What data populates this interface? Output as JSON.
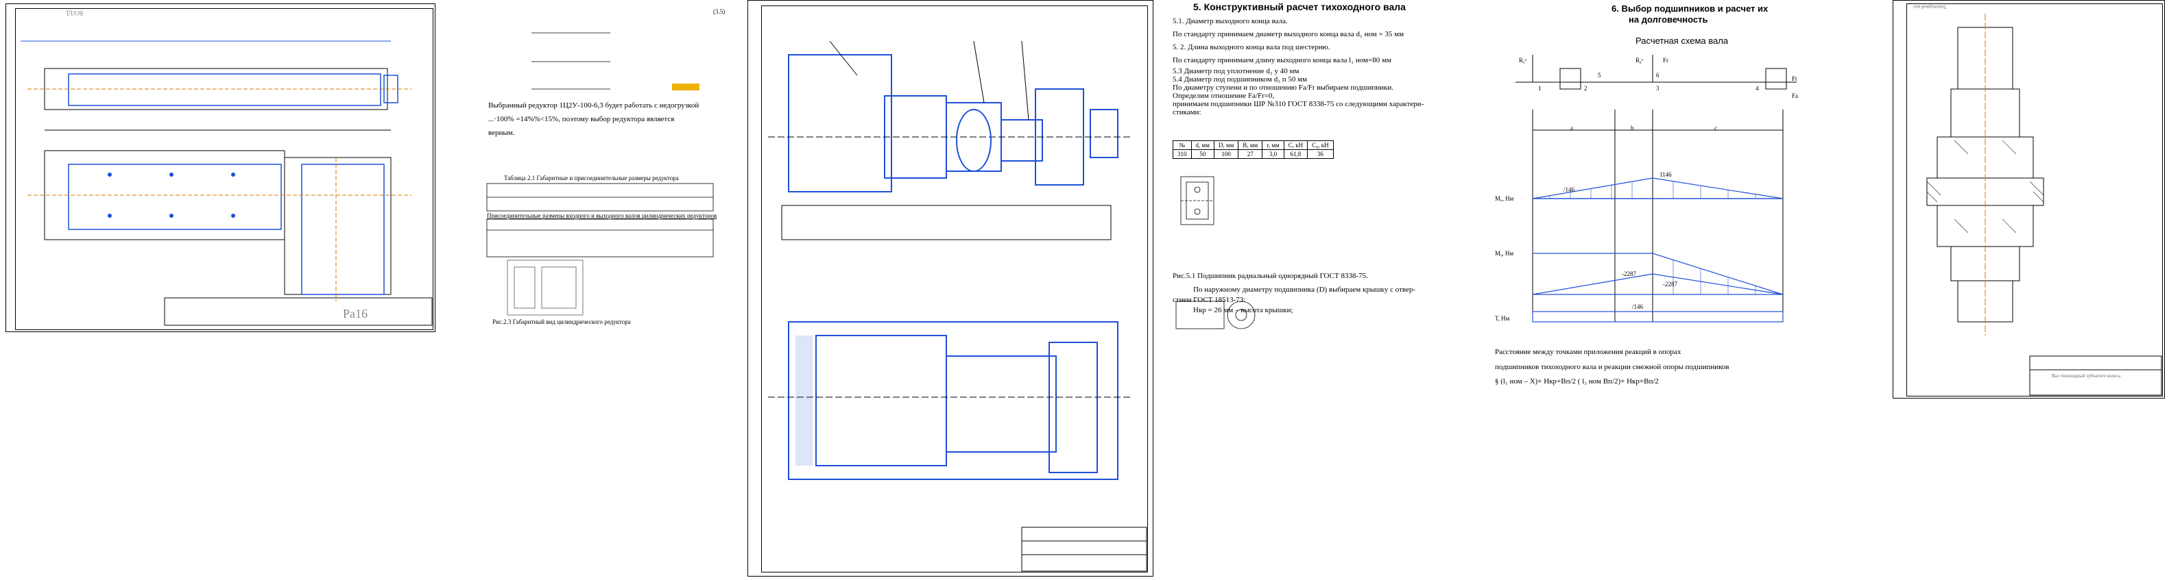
{
  "colors": {
    "line": "#000000",
    "accent": "#1d4fd8",
    "hatch": "#2b2b2b"
  },
  "sheet1": {
    "stamp": "Ра16",
    "corner_label": "ВОЛД"
  },
  "sheet2": {
    "formula_ref": "(3.5)",
    "text_line1": "Выбранный   редуктор   1Ц2У-100-6,3   будет   работать   с   недогрузкой",
    "text_line2": "...·100% =14%%<15%, поэтому выбор редуктора является",
    "text_line3": "верным.",
    "table1_caption": "Таблица 2.1 Габаритные и присоединительные размеры редуктора",
    "table2_caption": "Присоединительные размеры входного и выходного валов цилиндрических редукторов",
    "figure_caption": "Рис.2.3 Габаритный вид цилиндрического редуктора"
  },
  "sheet4": {
    "title": "5. Конструктивный расчет тихоходного вала",
    "lines": [
      "5.1. Диаметр выходного конца вала.",
      "По стандарту принимаем диаметр выходного конца вала d₁ ном = 35 мм",
      "5. 2. Длина выходного конца вала под шестерню.",
      "По стандарту принимаем длину выходного конца вала l₁ ном=80 мм",
      "5.3 Диаметр под уплотнение        d₂ у   40 мм",
      "5.4 Диаметр под подшипником       d₃ п   50 мм",
      "По диаметру ступени и по отношению Fа/Fr выбираем подшипники.",
      "Определим отношение Fа/Fr=0,",
      "принимаем подшипники ШР №310  ГОСТ 8338-75 со следующими характери-",
      "стиками:"
    ],
    "bearing_table": {
      "headers": [
        "№",
        "d, мм",
        "D, мм",
        "B, мм",
        "r, мм",
        "C, кН",
        "C₀, кН"
      ],
      "row": [
        "310",
        "50",
        "100",
        "27",
        "3,0",
        "61,8",
        "36"
      ]
    },
    "fig_caption": "Рис.5.1 Подшипник радиальный однорядный ГОСТ 8338-75.",
    "para1": "По наружному диаметру подшипника (D) выбираем крышку с отвер-",
    "para2": "стием ГОСТ 18513-73:",
    "para3": "Hкр = 26 мм – высота крышки;"
  },
  "sheet5": {
    "title_line1": "6. Выбор подшипников и расчет их",
    "title_line2": "на долговечность",
    "subtitle": "Расчетная схема вала",
    "labels": {
      "a": "a",
      "b": "b",
      "c": "c",
      "m1": "1146",
      "m2": "/146",
      "m3": "-2287",
      "m4": "-2287",
      "m5": "/146",
      "r1": "Rᵧᵃ",
      "r2": "Rᵪᵃ",
      "fr": "Fr",
      "ft": "Ft",
      "fa": "Fa",
      "p1": "1",
      "p2": "2",
      "p3": "3",
      "p4": "4",
      "p5": "5",
      "p6": "6",
      "e1": "Мₓ, Нм",
      "e2": "Мᵧ, Нм",
      "e3": "Т, Нм"
    },
    "footer1": "Расстояние между точками приложения реакций в опорах",
    "footer2": "подшипников тихоходного вала  и реакции смежной опоры подшипников",
    "footer3": "§  (l₁ ном – X)+ Hкр+Bп/2    ( l₃ ном    Bп/2)+ Hкр+Bп/2"
  },
  "sheet6": {
    "title": "Тихоходный вал",
    "subtitle": "Вал тихоходный зубчатого колеса"
  }
}
